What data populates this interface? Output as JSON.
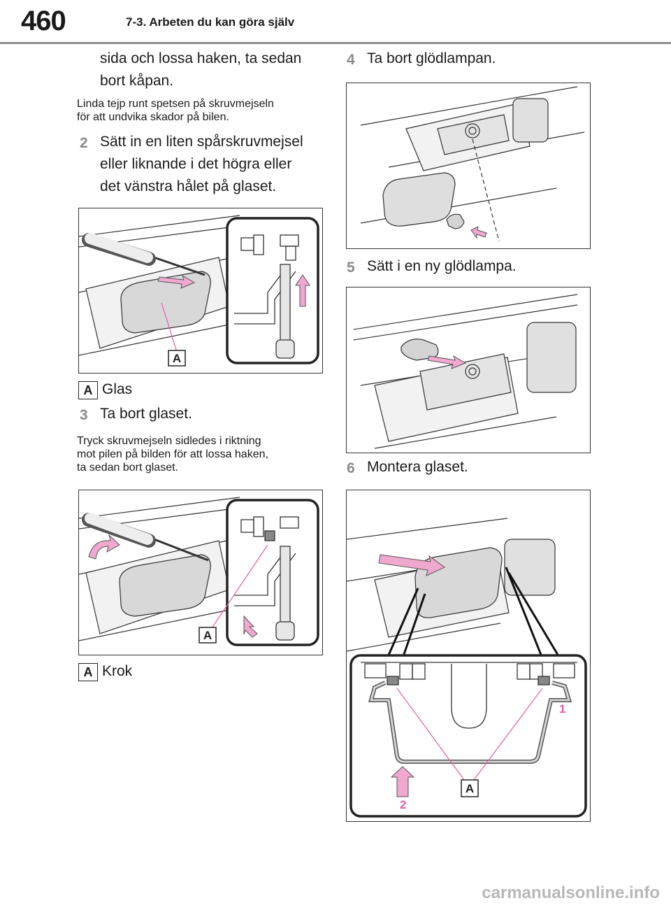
{
  "header": {
    "page_number": "460",
    "chapter": "7-3. Arbeten du kan göra själv"
  },
  "left": {
    "intro_line1": "sida och lossa haken, ta sedan",
    "intro_line2": "bort kåpan.",
    "note1_line1": "Linda tejp runt spetsen på skruvmejseln",
    "note1_line2": "för att undvika skador på bilen.",
    "step2_num": "2",
    "step2_line1": "Sätt in en liten spårskruvmejsel",
    "step2_line2": "eller liknande i det högra eller",
    "step2_line3": "det vänstra hålet på glaset.",
    "fig1_label": "A",
    "legend1_key": "A",
    "legend1_text": "Glas",
    "step3_num": "3",
    "step3_text": "Ta bort glaset.",
    "note2_line1": "Tryck skruvmejseln sidledes i riktning",
    "note2_line2": "mot pilen på bilden för att lossa haken,",
    "note2_line3": "ta sedan bort glaset.",
    "fig2_label": "A",
    "legend2_key": "A",
    "legend2_text": "Krok"
  },
  "right": {
    "step4_num": "4",
    "step4_text": "Ta bort glödlampan.",
    "step5_num": "5",
    "step5_text": "Sätt i en ny glödlampa.",
    "step6_num": "6",
    "step6_text": "Montera glaset.",
    "fig5_label_a": "A",
    "fig5_label_1": "1",
    "fig5_label_2": "2"
  },
  "footer": {
    "watermark": "carmanualsonline.info"
  },
  "colors": {
    "accent_pink": "#e85aa8",
    "arrow_pink": "#f0a8cf",
    "gray_part": "#d4d4d4"
  }
}
